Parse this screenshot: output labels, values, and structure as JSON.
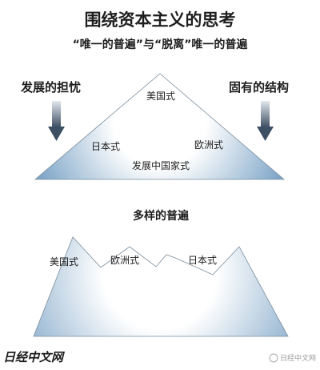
{
  "title": "围绕资本主义的思考",
  "subtitle": "“唯一的普遍”与“脱离”唯一的普遍",
  "upper": {
    "left_label": "发展的担忧",
    "right_label": "固有的结构",
    "peak_label": "美国式",
    "left_label_inner": "日本式",
    "right_label_inner": "欧洲式",
    "base_label": "发展中国家式"
  },
  "lower": {
    "title": "多样的普遍",
    "labels": [
      "美国式",
      "欧洲式",
      "日本式"
    ]
  },
  "logo": "日经中文网",
  "watermark": "日经中文网",
  "colors": {
    "triangle_base": "#7fa6c8",
    "triangle_light": "#ffffff",
    "arrow_dark": "#3d4f63",
    "arrow_light": "#dfe5ec"
  }
}
